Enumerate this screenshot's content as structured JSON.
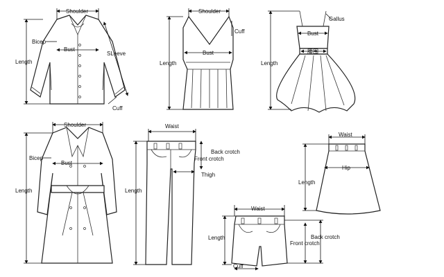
{
  "labels": {
    "shoulder": "Shoulder",
    "bicep": "Bicep",
    "bust": "Bust",
    "length": "Length",
    "sleeve": "SLeeve",
    "cuff": "Cuff",
    "gallus": "Gallus",
    "waist_cn": "腰围",
    "waist": "Waist",
    "back_crotch": "Back crotch",
    "front_crotch": "Front crotch",
    "thigh": "Thigh",
    "hip": "Hip"
  },
  "colors": {
    "line": "#222222",
    "background": "#ffffff"
  }
}
